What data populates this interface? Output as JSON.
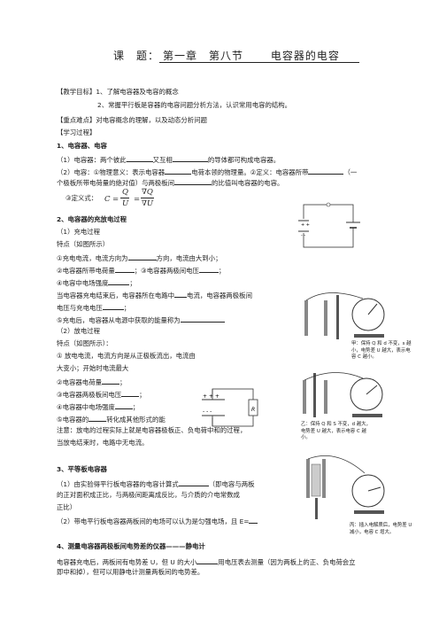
{
  "title": {
    "prefix": "课　题：",
    "chapter": "第一章　第八节",
    "topic": "电容器的电容"
  },
  "goals": {
    "label": "【教学目标】",
    "item1": "1、了解电容器及电容的概念",
    "item2": "2、常握平行板是容器的电容问题分析方法，认识常用电容的结构。"
  },
  "focus": {
    "label": "【重点难点】",
    "text": "对电容概念的理解，以及动态分析问题"
  },
  "process": {
    "label": "【学习过程】"
  },
  "s1": {
    "heading": "1、电容器、电容",
    "l1a": "（1）电容器：两个彼此",
    "l1b": "又互相",
    "l1c": "的导体都可构成电容器。",
    "l2a": "（2）电容：①物理意义：表示电容器",
    "l2b": "电荷本领的物理量。②定义：电容器所带",
    "l2c": "（一",
    "l3a": "个极板所带电荷量的绝对值）与两极板间",
    "l3b": "的比值叫电容器的电容。",
    "l4a": "③定义式：",
    "f_c": "C",
    "f_eq1": "=",
    "f_q": "Q",
    "f_u": "U",
    "f_eq2": "=",
    "f_dq": "∇Q",
    "f_du": "∇U"
  },
  "s2": {
    "heading": "2、电容器的充放电过程",
    "c1": "（1）充电过程",
    "c2": "特点（如图所示）",
    "c3a": "①充电电流，电流方向为",
    "c3b": "方向，电流由大到小；",
    "c4a": "②电容器所带电荷量",
    "c4b": "；③电容器两极间电压",
    "c4c": "；",
    "c5a": "④电容中电场强度",
    "c5b": "；",
    "c6a": "当电容器充电结束后，电容器所在电路中",
    "c6b": "电流，电容器两极板间",
    "c7a": "电压与充电电压",
    "c7b": "；",
    "c8a": "⑤充电后，电容器从电源中获取的能量称为",
    "d1": "（2）放电过程",
    "d2": "特点（如图所示）：",
    "d3": "①  放电电流，电流方向是从正极板流出，电流由",
    "d4": "大变小；开始时电流最大",
    "d5a": "②电容器电荷量",
    "d5b": "；",
    "d6a": "③电容器两极板间电压",
    "d6b": "；",
    "d7a": "④电容器中电场强度",
    "d7b": "；",
    "d8a": "⑤电容器的",
    "d8b": "转化成其他形式的能",
    "n1": "注意：放电的过程实际上就是电容器极板正、负电荷中和的过程，",
    "n2": "当放电结束时，电路中无电流。"
  },
  "s3": {
    "heading": "3、平等板电容器",
    "l1a": "（1）由实验得平行板电容器的电容计算式",
    "l1b": "（即电容与两板",
    "l2": "的正对面积成正比，与两极间距离成反比，与介质的介电常数成",
    "l3": "正比）",
    "l4a": "（2）带电平行板电容器两板间的电场可以认为是匀强电场，且 E="
  },
  "s4": {
    "heading": "4、测量电容器两极板间电势差的仪器———静电计",
    "l1a": "电容器充电后，两板间有电势差 U，但 U 的大小",
    "l1b": "用电压表去测量（因为两板上的正、负电荷会立",
    "l2": "即中和掉），但可以用静电计测量两板间的电势差。"
  },
  "captions": {
    "jia": "甲：保持 Q 和 d 不变，s 越小，电势差 U 越大，表示电容 C 越小。",
    "yi": "乙：保持 Q 和 S 不变，d 越大，电势差 U 越大，表示电容 C 越小。",
    "bing": "丙：插入电解质后，电势差 U 减小，电容 C 增大。"
  },
  "circuit_labels": {
    "resistor": "R"
  }
}
